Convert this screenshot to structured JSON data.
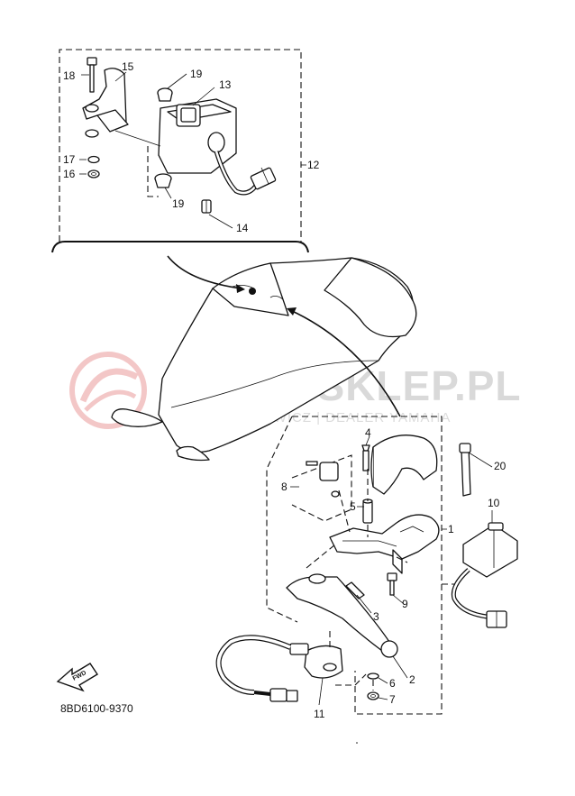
{
  "watermark": {
    "title": "YAMA-SKLEP.PL",
    "subtitle": "WOJCIECHOWICZ | DEALER YAMAHA"
  },
  "callouts": {
    "c1": "1",
    "c2": "2",
    "c3": "3",
    "c4": "4",
    "c5": "5",
    "c6": "6",
    "c7": "7",
    "c8": "8",
    "c9": "9",
    "c10": "10",
    "c11": "11",
    "c12": "12",
    "c13": "13",
    "c14": "14",
    "c15": "15",
    "c16": "16",
    "c17": "17",
    "c18": "18",
    "c19a": "19",
    "c19b": "19",
    "c20": "20"
  },
  "fwd_label": "FWD",
  "diagram_code": "8BD6100-9370"
}
